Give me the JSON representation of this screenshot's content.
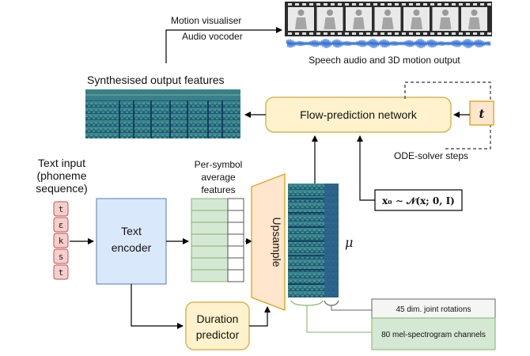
{
  "labels": {
    "motion_visualiser": "Motion visualiser",
    "audio_vocoder": "Audio vocoder",
    "output_caption": "Speech audio and 3D motion output",
    "synth_features": "Synthesised output features",
    "flow_network": "Flow-prediction network",
    "time_symbol": "t",
    "ode_steps": "ODE-solver steps",
    "text_input_1": "Text input",
    "text_input_2": "(phoneme",
    "text_input_3": "sequence)",
    "per_symbol_1": "Per-symbol",
    "per_symbol_2": "average",
    "per_symbol_3": "features",
    "text_encoder_1": "Text",
    "text_encoder_2": "encoder",
    "upsample": "Upsample",
    "mu": "μ",
    "noise_formula": "x₀ ∼ 𝒩(x; 0, I)",
    "duration_1": "Duration",
    "duration_2": "predictor",
    "joint_rotations": "45 dim. joint rotations",
    "mel_channels": "80 mel-spectrogram channels"
  },
  "phonemes": [
    "t",
    "ɛ",
    "k",
    "s",
    "t"
  ],
  "colors": {
    "flow_fill": "#fff2cc",
    "flow_stroke": "#d6b656",
    "encoder_fill": "#dae8fc",
    "encoder_stroke": "#6c8ebf",
    "upsample_fill": "#ffe6cc",
    "upsample_stroke": "#d79b00",
    "phoneme_fill": "#f8cecc",
    "phoneme_stroke": "#b85450",
    "feature_fill": "#d5e8d4",
    "feature_stroke": "#82b366",
    "spectrogram": "#2c7a8c"
  }
}
